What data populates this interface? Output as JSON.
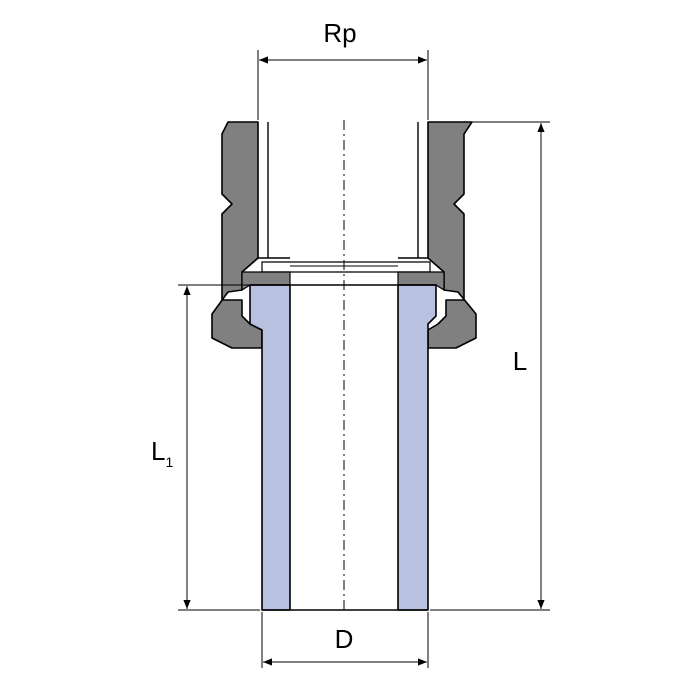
{
  "drawing": {
    "dimensions": {
      "thread": "Rp",
      "total_length": "L",
      "insert_length_main": "L",
      "insert_length_sub": "1",
      "outer_diameter": "D"
    },
    "colors": {
      "metal": "#808080",
      "metal_dark": "#6a6a6a",
      "plastic": "#b9c1e0",
      "outline": "#000000",
      "background": "#ffffff"
    }
  }
}
